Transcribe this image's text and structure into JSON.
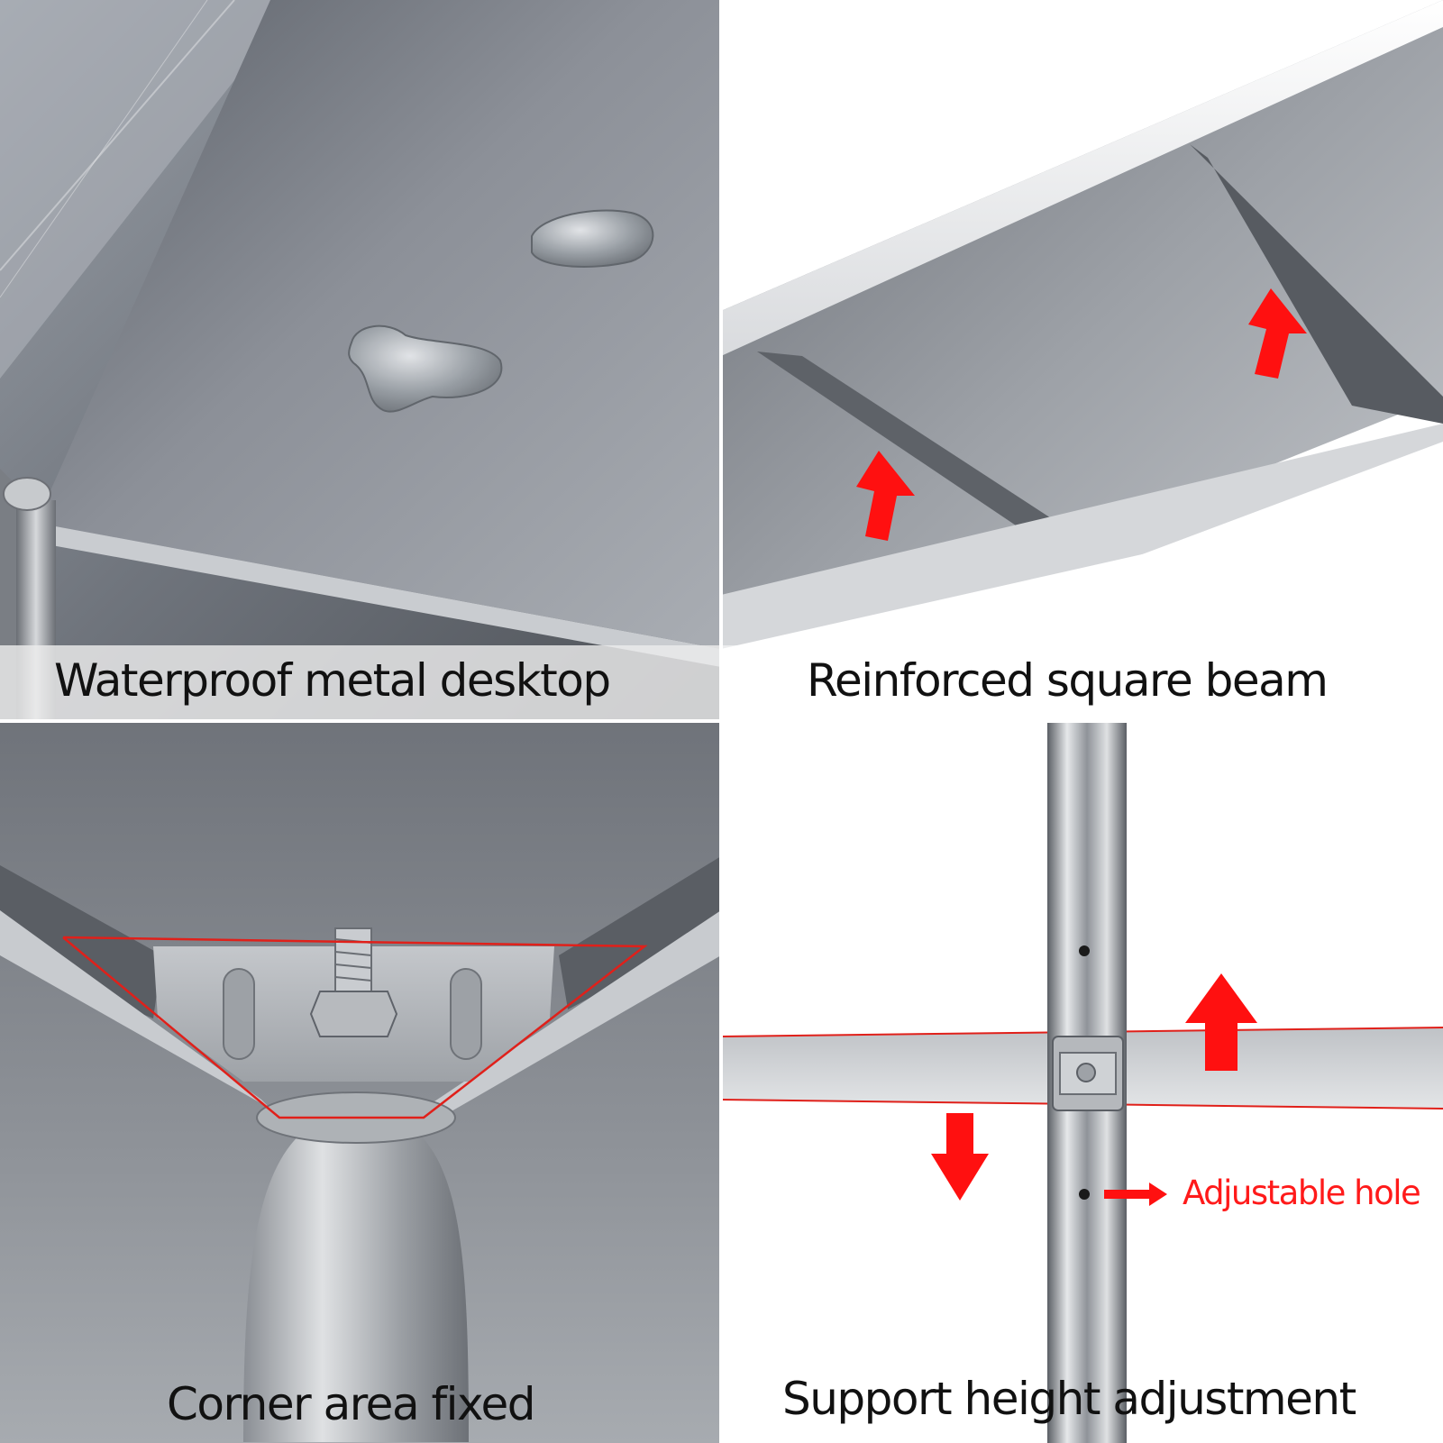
{
  "panels": {
    "top_left": {
      "caption": "Waterproof metal desktop"
    },
    "top_right": {
      "caption": "Reinforced square beam"
    },
    "bottom_left": {
      "caption": "Corner area fixed"
    },
    "bottom_right": {
      "caption": "Support height adjustment",
      "hole_label": "Adjustable hole"
    }
  },
  "colors": {
    "arrow": "#ff1010",
    "outline": "#e0201a",
    "caption_text": "#111111"
  }
}
